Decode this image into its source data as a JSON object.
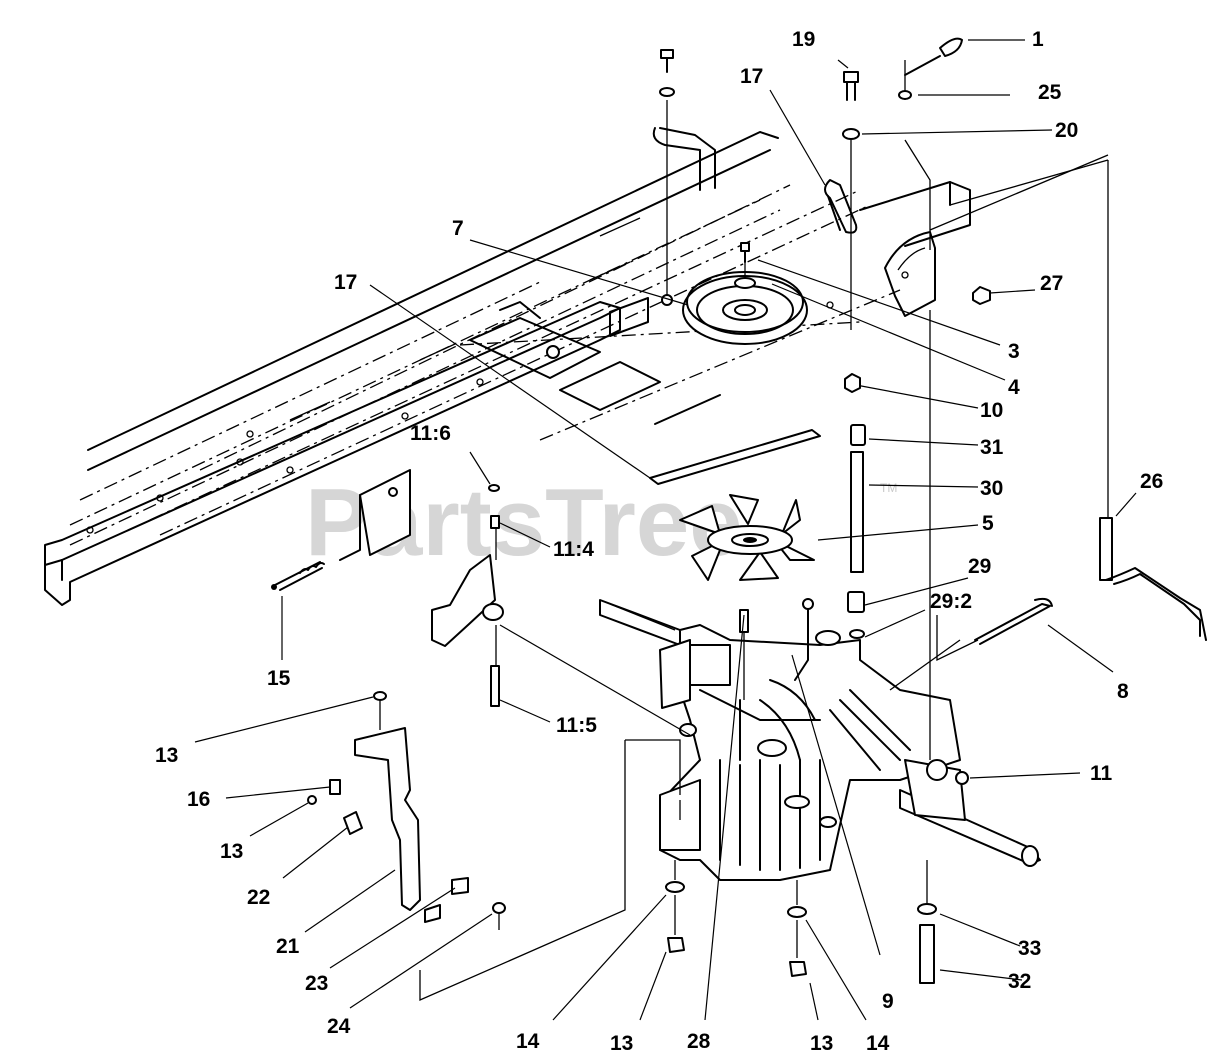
{
  "watermark": {
    "text": "PartsTree",
    "trademark": "TM"
  },
  "callouts": {
    "c1": "1",
    "c19": "19",
    "c17a": "17",
    "c25": "25",
    "c20": "20",
    "c7": "7",
    "c17b": "17",
    "c27": "27",
    "c3": "3",
    "c4": "4",
    "c10": "10",
    "c31": "31",
    "c11_6": "11:6",
    "c30": "30",
    "c26": "26",
    "c5": "5",
    "c11_4": "11:4",
    "c29": "29",
    "c29_2": "29:2",
    "c15": "15",
    "c8": "8",
    "c11_5": "11:5",
    "c13a": "13",
    "c16": "16",
    "c11": "11",
    "c13b": "13",
    "c22": "22",
    "c21": "21",
    "c33": "33",
    "c23": "23",
    "c32": "32",
    "c24": "24",
    "c9": "9",
    "c14a": "14",
    "c13c": "13",
    "c28": "28",
    "c13d": "13",
    "c14b": "14"
  }
}
